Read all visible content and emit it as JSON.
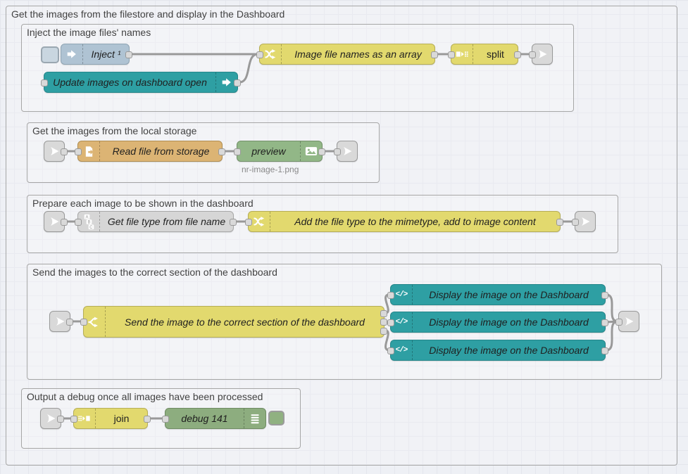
{
  "canvas": {
    "background": "#eef0f5",
    "grid_line": "#e4e6ed",
    "wire_color": "#999999"
  },
  "groups": {
    "outer": {
      "label": "Get the images from the filestore and display in the Dashboard"
    },
    "inject": {
      "label": "Inject the image files' names"
    },
    "storage": {
      "label": "Get the images from the local storage"
    },
    "prepare": {
      "label": "Prepare each image to be shown in the dashboard"
    },
    "send": {
      "label": "Send the images to the correct section of the dashboard"
    },
    "output": {
      "label": "Output a debug once all images have been processed"
    }
  },
  "icons": {
    "abc": [
      "A",
      "B",
      "C"
    ],
    "template_glyph": "</>"
  },
  "nodes": {
    "inject": {
      "label": "Inject ¹",
      "color": "#afc3d3"
    },
    "ui_control": {
      "label": "Update images on dashboard open",
      "color": "#2e9fa3"
    },
    "fn_array": {
      "label": "Image file names as an array",
      "color": "#e2d96e"
    },
    "split": {
      "label": "split",
      "color": "#e2d96e"
    },
    "read_file": {
      "label": "Read file from storage",
      "color": "#dcb474"
    },
    "preview": {
      "label": "preview",
      "color": "#92b787",
      "status": "nr-image-1.png"
    },
    "get_type": {
      "label": "Get file type from file name",
      "color": "#d6d6d6"
    },
    "fn_mime": {
      "label": "Add the file type to the mimetype, add to image content",
      "color": "#e2d96e"
    },
    "switch": {
      "label": "Send the image to the correct section of the dashboard",
      "color": "#e2d96e"
    },
    "display1": {
      "label": "Display the image on the Dashboard",
      "color": "#2e9fa3"
    },
    "display2": {
      "label": "Display the image on the Dashboard",
      "color": "#2e9fa3"
    },
    "display3": {
      "label": "Display the image on the Dashboard",
      "color": "#2e9fa3"
    },
    "join": {
      "label": "join",
      "color": "#e2d96e"
    },
    "debug": {
      "label": "debug 141",
      "color": "#8dad7f"
    }
  }
}
